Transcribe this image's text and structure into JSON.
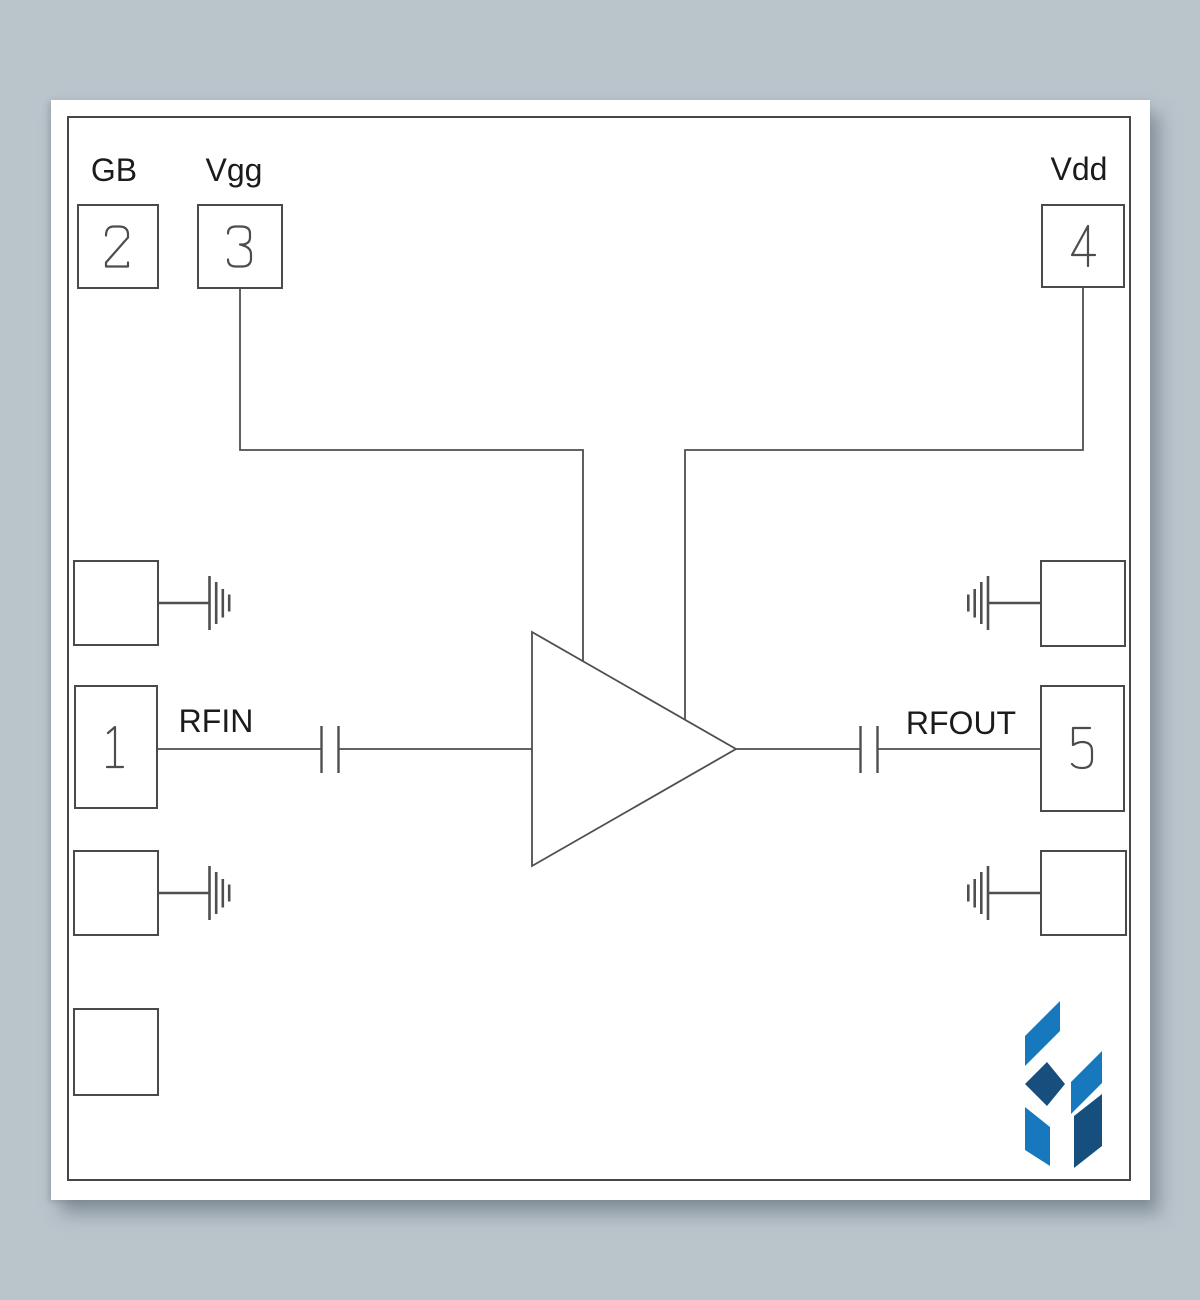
{
  "colors": {
    "background": "#bac4cb",
    "sheet": "#ffffff",
    "line": "#4f4f4f",
    "text": "#1b1b1b"
  },
  "diagram": {
    "supply_labels": {
      "gb": "GB",
      "vgg": "Vgg",
      "vdd": "Vdd"
    },
    "io_labels": {
      "rfin": "RFIN",
      "rfout": "RFOUT"
    },
    "pad_numbers": {
      "gb": "2",
      "vgg": "3",
      "vdd": "4",
      "rfin": "1",
      "rfout": "5"
    }
  },
  "logo": {
    "light": "#1878bd",
    "dark": "#164f7d"
  }
}
